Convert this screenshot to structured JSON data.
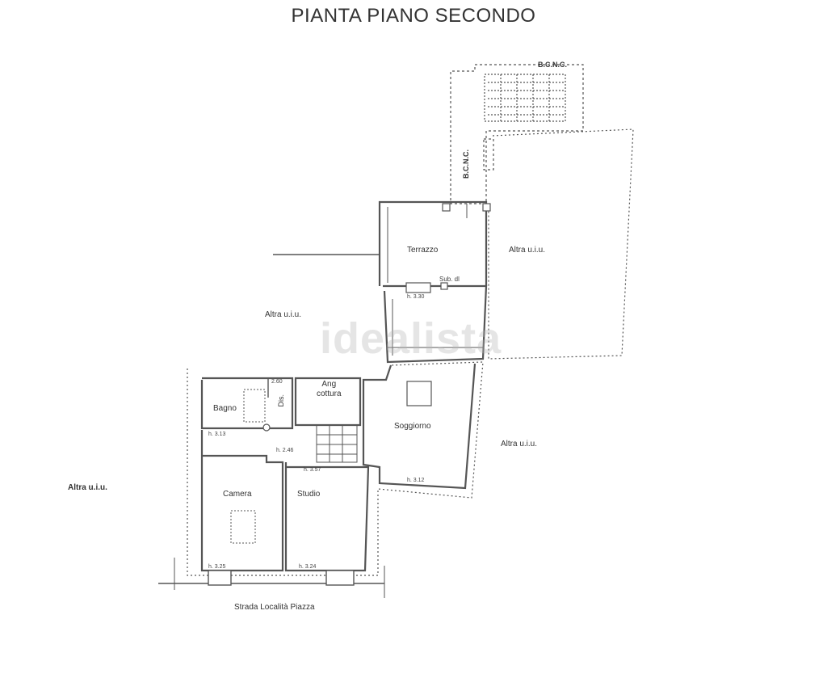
{
  "title": "PIANTA PIANO SECONDO",
  "watermark": "idealista",
  "rooms": {
    "terrazzo": "Terrazzo",
    "bagno": "Bagno",
    "ang_cottura": [
      "Ang",
      "cottura"
    ],
    "soggiorno": "Soggiorno",
    "camera": "Camera",
    "studio": "Studio",
    "ds": "Dis."
  },
  "others": {
    "altra_top_right": "Altra u.i.u.",
    "altra_center_left": "Altra u.i.u.",
    "altra_right": "Altra u.i.u.",
    "altra_far_left": "Altra u.i.u."
  },
  "bcnc_top": "B.C.N.C.",
  "bcnc_side": "B.C.N.C.",
  "street": "Strada Località Piazza",
  "heights": {
    "h_terrazzo": "h. 3.30",
    "h_bagno": "h. 3.13",
    "h_dis": "h. 2.46",
    "h_studio_top": "h. 3.57",
    "h_soggiorno": "h. 3.12",
    "h_camera": "h. 3.25",
    "h_studio": "h. 3.24",
    "h_dim": "2.60",
    "sub": "Sub. dl"
  }
}
